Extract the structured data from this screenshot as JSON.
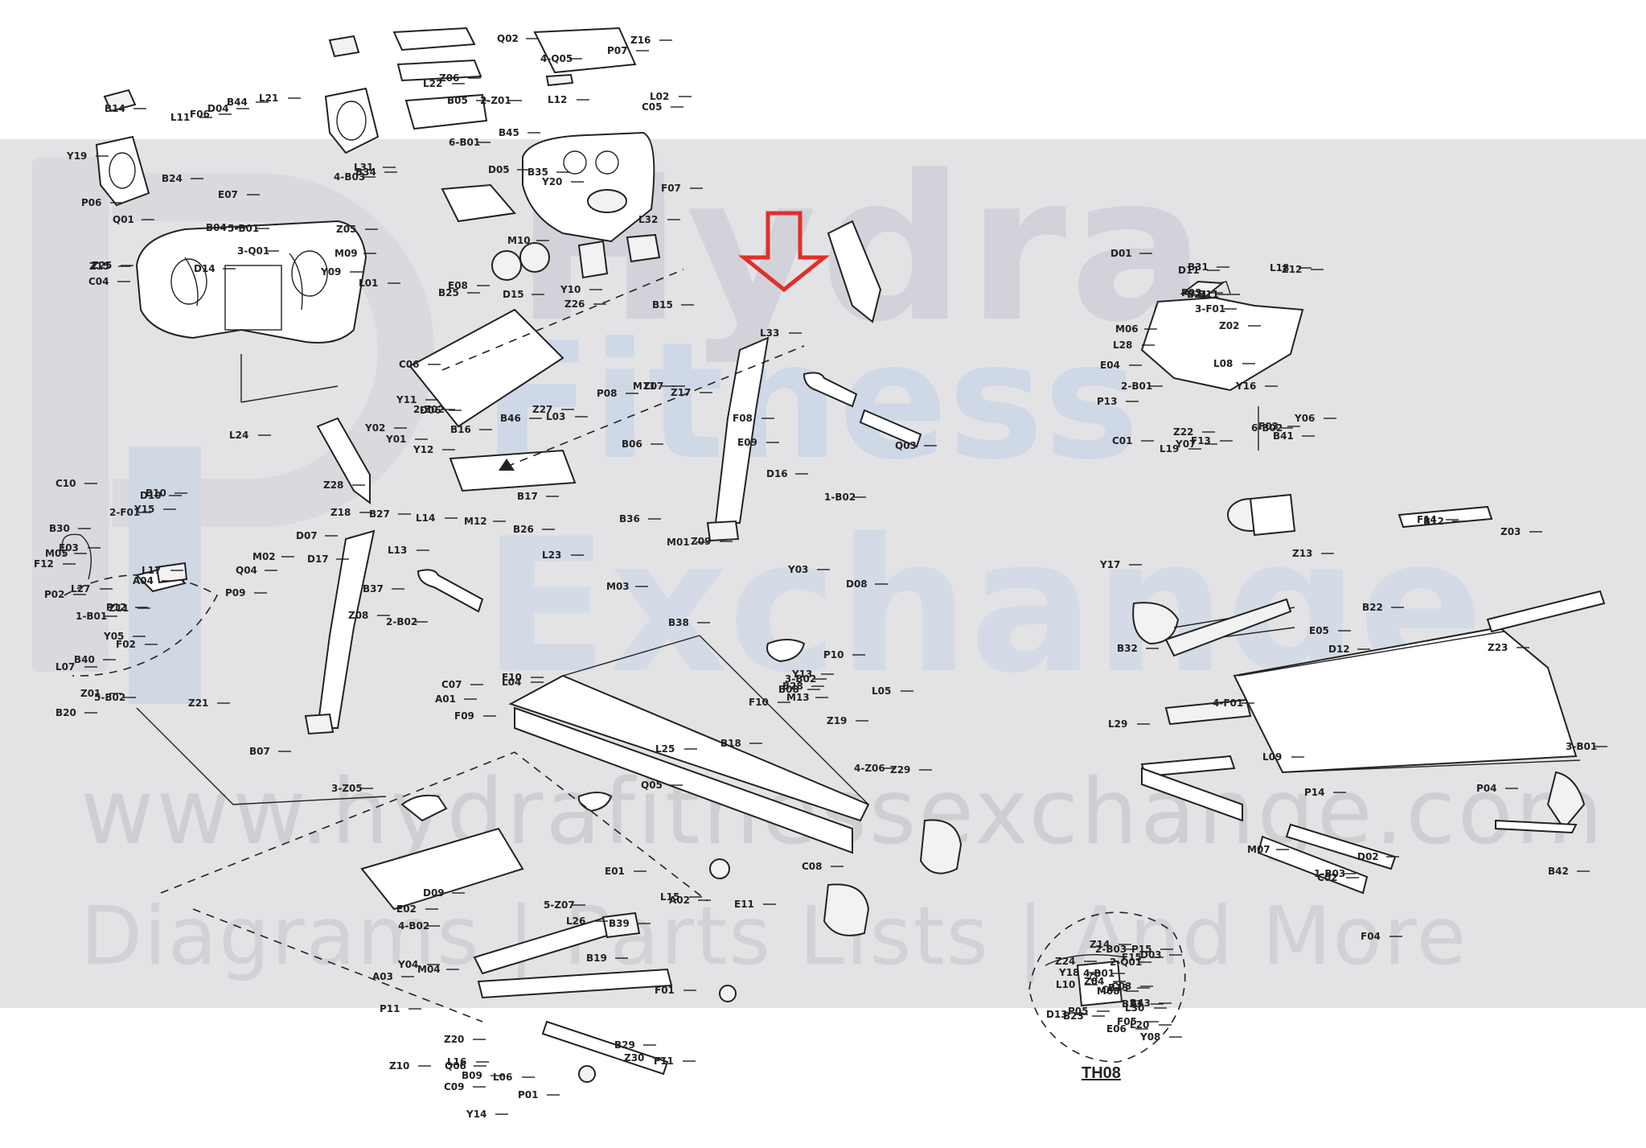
{
  "watermark": {
    "line1": "Hydra",
    "line2": "Fitness",
    "line3": "Exchange",
    "url": "www.hydrafitnessexchange.com",
    "tagline": "Diagrams | Parts Lists | And More"
  },
  "highlight": {
    "color": "#e0302c",
    "shape": "down-arrow"
  },
  "detail_caption": "TH08",
  "part_labels": [
    "B04",
    "B05",
    "B06",
    "B07",
    "B08",
    "B09",
    "B10",
    "B11",
    "B12",
    "B13",
    "B14",
    "B15",
    "B16",
    "B17",
    "B18",
    "B19",
    "B20",
    "B21",
    "B22",
    "B23",
    "B24",
    "B25",
    "B26",
    "B27",
    "B28",
    "B29",
    "B30",
    "B31",
    "B32",
    "B33",
    "B34",
    "B35",
    "B36",
    "B37",
    "B38",
    "B39",
    "B40",
    "B41",
    "B42",
    "B43",
    "B44",
    "B45",
    "B46",
    "A01",
    "A02",
    "A03",
    "A04",
    "C01",
    "C02",
    "C03",
    "C04",
    "C05",
    "C06",
    "C07",
    "C08",
    "C09",
    "C10",
    "D01",
    "D02",
    "D03",
    "D04",
    "D05",
    "D06",
    "D07",
    "D08",
    "D09",
    "D10",
    "D11",
    "D12",
    "D13",
    "D14",
    "D15",
    "D16",
    "D17",
    "E01",
    "E02",
    "E03",
    "E04",
    "E05",
    "E06",
    "E07",
    "E08",
    "E09",
    "E10",
    "E11",
    "F01",
    "F02",
    "F03",
    "F04",
    "F05",
    "F06",
    "F07",
    "F08",
    "F09",
    "F10",
    "F11",
    "F12",
    "F13",
    "F14",
    "F15",
    "Q01",
    "Q02",
    "Q03",
    "Q04",
    "Q05",
    "Q06",
    "Z01",
    "Z02",
    "Z03",
    "Z04",
    "Z05",
    "Z06",
    "Z07",
    "Z08",
    "Z09",
    "Z10",
    "Z11",
    "Z12",
    "Z13",
    "Z14",
    "Z15",
    "Z16",
    "Z17",
    "Z18",
    "Z19",
    "Z20",
    "Z21",
    "Z22",
    "Z23",
    "Z24",
    "Z25",
    "Z26",
    "Z27",
    "Z28",
    "Z29",
    "Z30",
    "1-B01",
    "2-B01",
    "3-B01",
    "4-B01",
    "5-B01",
    "6-B01",
    "1-B02",
    "2-B02",
    "3-B02",
    "4-B02",
    "5-B02",
    "6-B02",
    "1-B03",
    "2-B03",
    "4-B03",
    "2-Z01",
    "2-Z02",
    "3-Z05",
    "4-Z06",
    "5-Z07",
    "2-F01",
    "3-F01",
    "4-F01",
    "2-Q01",
    "3-Q01",
    "4-Q05",
    "Y01",
    "Y02",
    "Y03",
    "Y04",
    "Y05",
    "Y06",
    "Y07",
    "Y08",
    "Y09",
    "Y10",
    "Y11",
    "Y12",
    "Y13",
    "Y14",
    "Y15",
    "Y16",
    "Y17",
    "Y18",
    "Y19",
    "Y20",
    "M01",
    "M02",
    "M03",
    "M04",
    "M05",
    "M06",
    "M07",
    "M08",
    "M09",
    "M10",
    "M11",
    "M12",
    "M13",
    "P01",
    "P02",
    "P03",
    "P04",
    "P05",
    "P06",
    "P07",
    "P08",
    "P09",
    "P10",
    "P11",
    "P12",
    "P13",
    "P14",
    "P15",
    "L01",
    "L02",
    "L03",
    "L04",
    "L05",
    "L06",
    "L07",
    "L08",
    "L09",
    "L10",
    "L11",
    "L12",
    "L13",
    "L14",
    "L15",
    "L16",
    "L17",
    "L18",
    "L19",
    "L20",
    "L21",
    "L22",
    "L23",
    "L24",
    "L25",
    "L26",
    "L27",
    "L28",
    "L29",
    "L30",
    "L31",
    "L32",
    "L33"
  ]
}
